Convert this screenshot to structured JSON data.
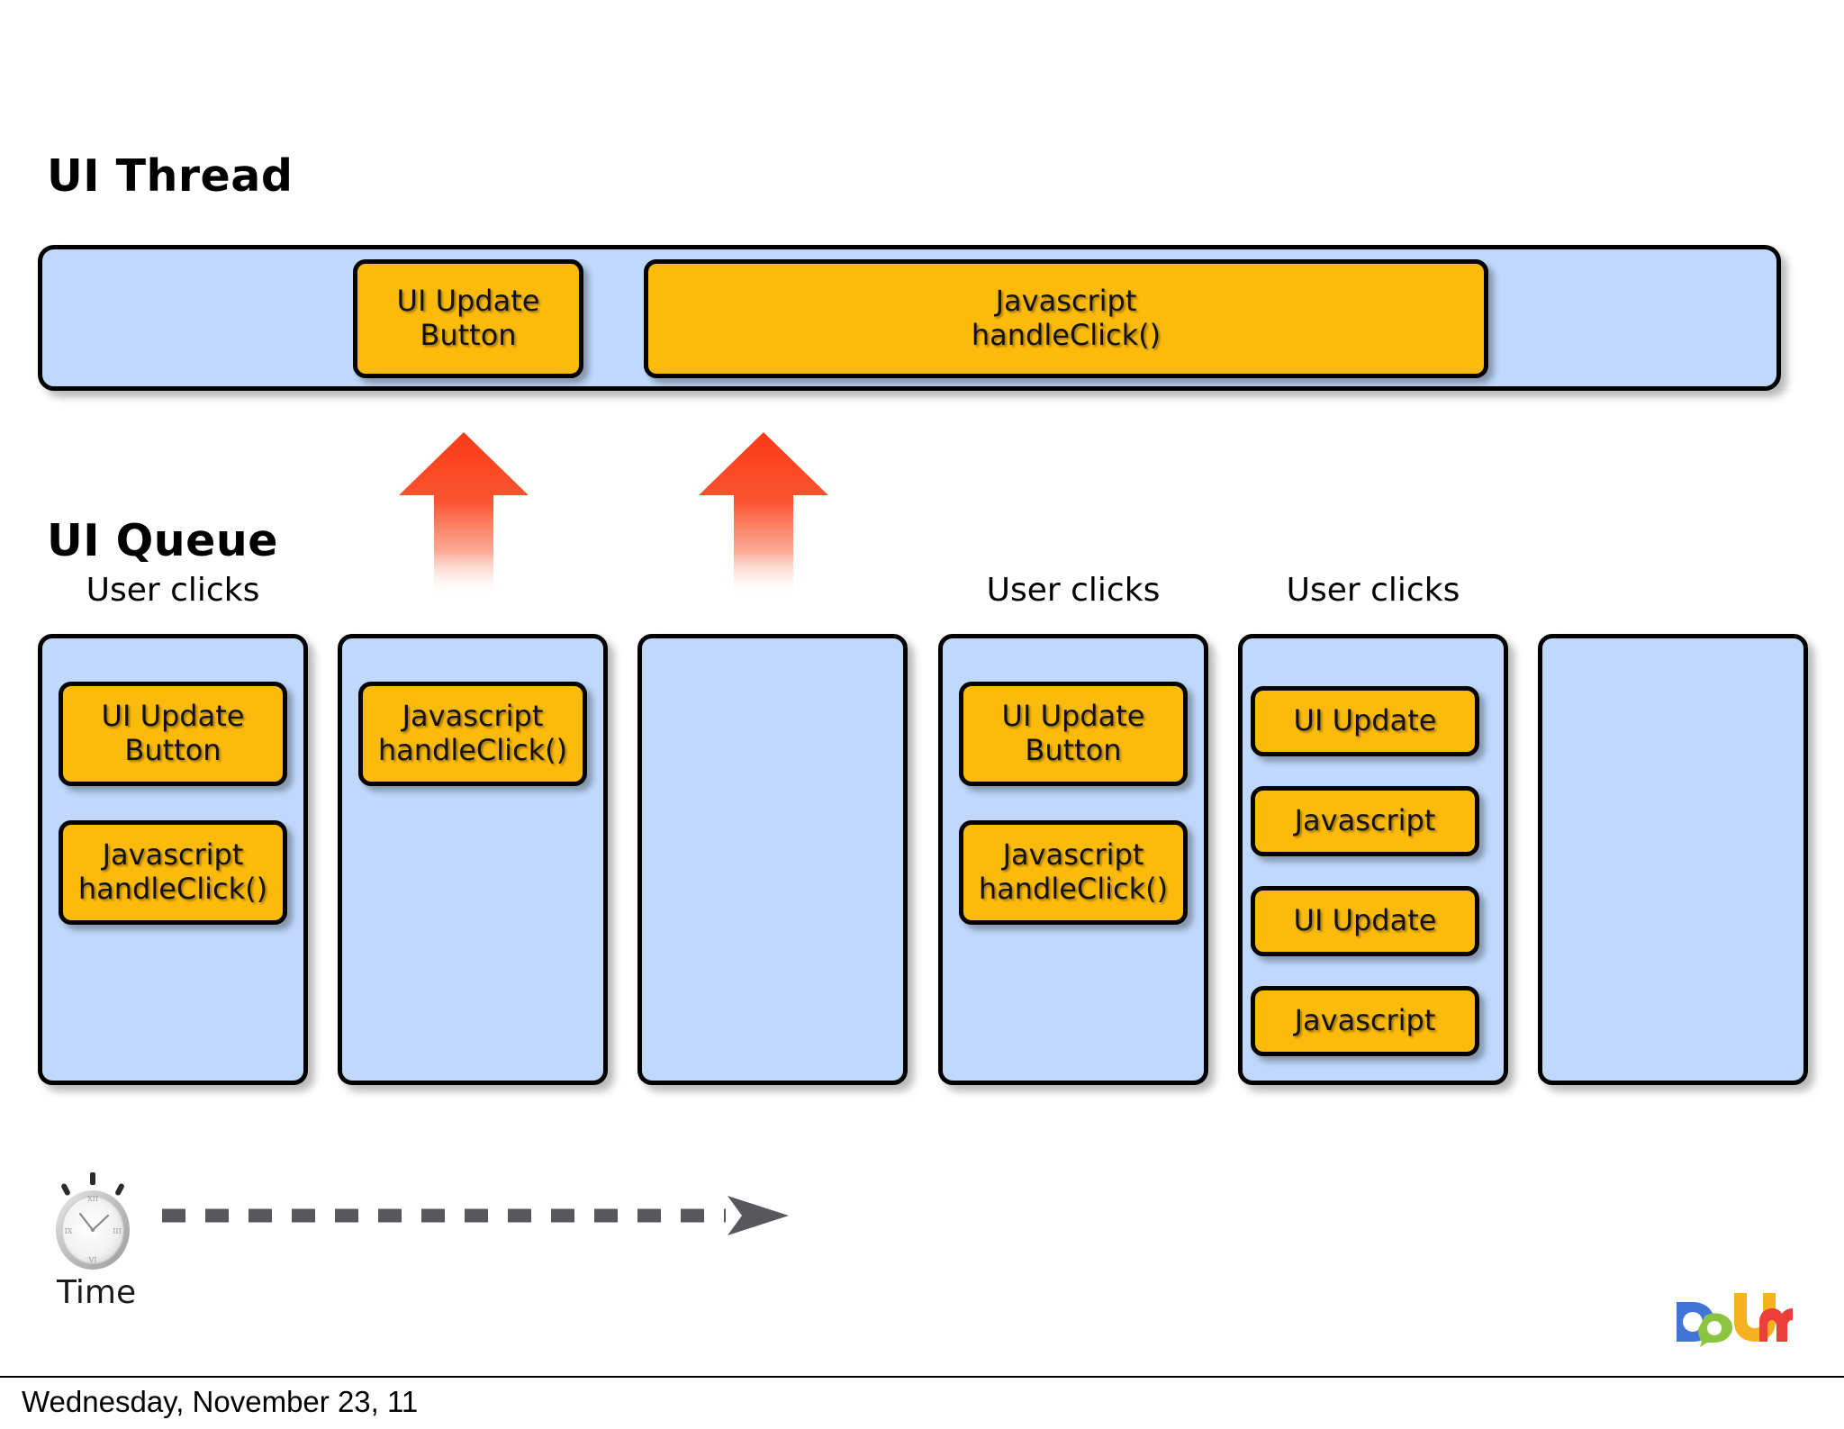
{
  "slide": {
    "background_color": "#ffffff",
    "accent_blue": "#bfd8fb",
    "accent_orange": "#fcba0a",
    "arrow_red": "#fb4624",
    "time_arrow_color": "#57575c"
  },
  "ui_thread": {
    "title": "UI Thread",
    "blocks": [
      {
        "line1": "UI Update",
        "line2": "Button"
      },
      {
        "line1": "Javascript",
        "line2": "handleClick()"
      }
    ]
  },
  "ui_queue": {
    "title": "UI Queue",
    "user_clicks_labels": [
      {
        "text": "User clicks"
      },
      {
        "text": "User clicks"
      },
      {
        "text": "User clicks"
      }
    ],
    "columns": [
      {
        "name": "queue-column-1",
        "items": [
          {
            "line1": "UI Update",
            "line2": "Button"
          },
          {
            "line1": "Javascript",
            "line2": "handleClick()"
          }
        ]
      },
      {
        "name": "queue-column-2",
        "items": [
          {
            "line1": "Javascript",
            "line2": "handleClick()"
          }
        ]
      },
      {
        "name": "queue-column-3",
        "items": []
      },
      {
        "name": "queue-column-4",
        "items": [
          {
            "line1": "UI Update",
            "line2": "Button"
          },
          {
            "line1": "Javascript",
            "line2": "handleClick()"
          }
        ]
      },
      {
        "name": "queue-column-5",
        "items": [
          {
            "line1": "UI Update",
            "line2": ""
          },
          {
            "line1": "Javascript",
            "line2": ""
          },
          {
            "line1": "UI Update",
            "line2": ""
          },
          {
            "line1": "Javascript",
            "line2": ""
          }
        ]
      },
      {
        "name": "queue-column-6",
        "items": []
      }
    ]
  },
  "timeline": {
    "label": "Time",
    "clock_icon": "alarm-clock-icon",
    "arrow_icon": "dashed-right-arrow-icon"
  },
  "branding": {
    "logo_text": "Daum",
    "logo_letters": [
      "D",
      "a",
      "U",
      "m"
    ],
    "logo_colors": [
      "#4074d6",
      "#8bc53f",
      "#f7b11e",
      "#ed3f3a"
    ]
  },
  "footer": {
    "date": "Wednesday, November 23, 11"
  }
}
